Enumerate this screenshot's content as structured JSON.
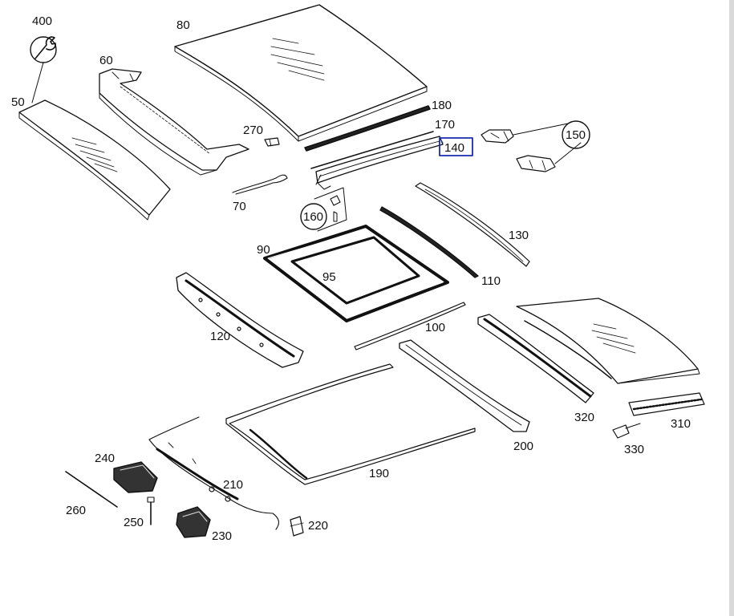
{
  "labels": {
    "p400": "400",
    "p50": "50",
    "p60": "60",
    "p80": "80",
    "p180": "180",
    "p170": "170",
    "p140": "140",
    "p150": "150",
    "p270": "270",
    "p70": "70",
    "p160": "160",
    "p90": "90",
    "p95": "95",
    "p130": "130",
    "p110": "110",
    "p120": "120",
    "p100": "100",
    "p320": "320",
    "p310": "310",
    "p330": "330",
    "p200": "200",
    "p190": "190",
    "p240": "240",
    "p210": "210",
    "p260": "260",
    "p250": "250",
    "p220": "220",
    "p230": "230"
  },
  "colors": {
    "line": "#111111",
    "highlight": "#1a2bb0",
    "part_fill": "#ffffff",
    "dark_part": "#222222"
  },
  "highlighted_part": "140"
}
